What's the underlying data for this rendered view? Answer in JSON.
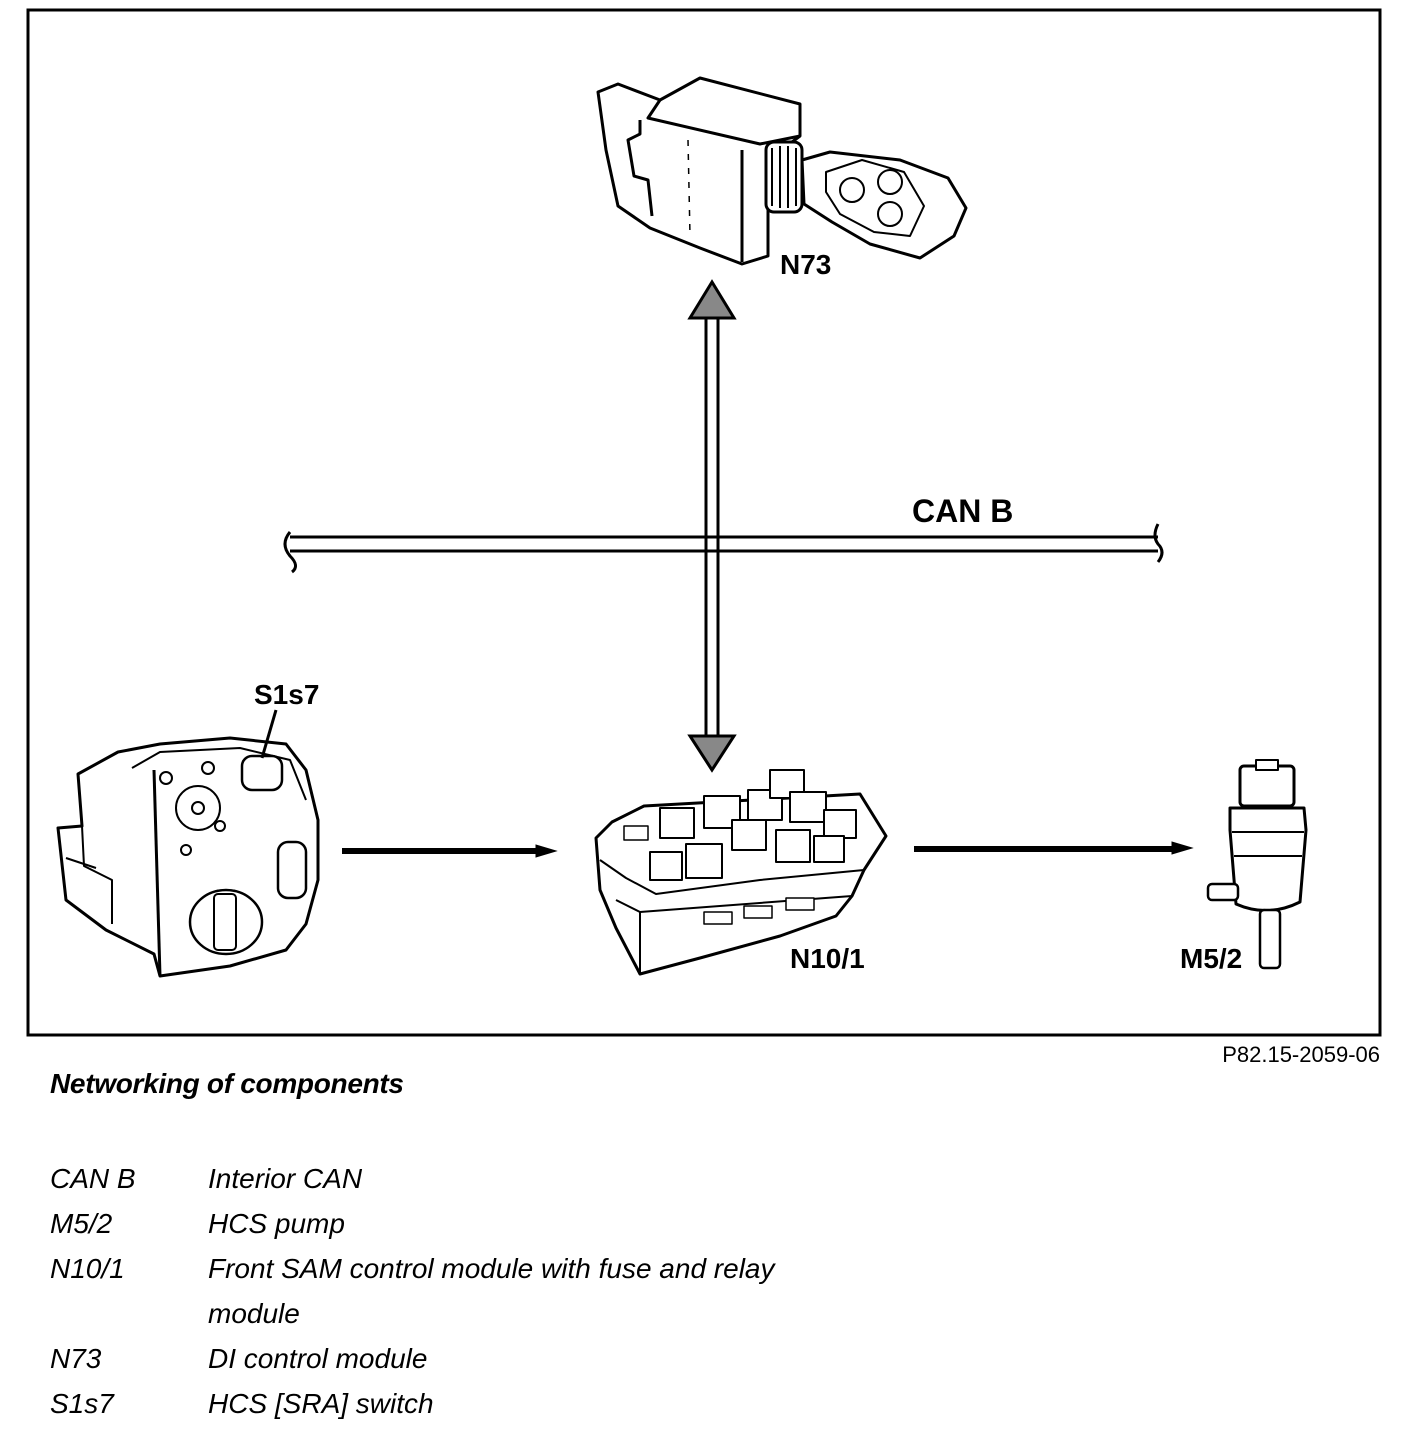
{
  "components": {
    "n73": {
      "label": "N73"
    },
    "s1s7": {
      "label": "S1s7"
    },
    "n10_1": {
      "label": "N10/1"
    },
    "m5_2": {
      "label": "M5/2"
    }
  },
  "bus": {
    "label": "CAN B"
  },
  "figure_ref": "P82.15-2059-06",
  "caption": "Networking of components",
  "legend": [
    {
      "abbr": "CAN B",
      "desc": "Interior CAN"
    },
    {
      "abbr": "M5/2",
      "desc": "HCS pump"
    },
    {
      "abbr": "N10/1",
      "desc": "Front SAM control module with fuse and relay module"
    },
    {
      "abbr": "N73",
      "desc": "DI control module"
    },
    {
      "abbr": "S1s7",
      "desc": "HCS [SRA] switch"
    }
  ]
}
